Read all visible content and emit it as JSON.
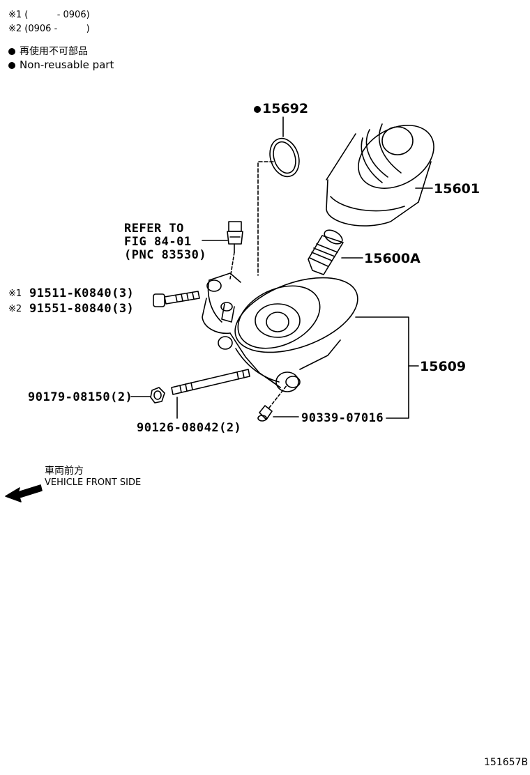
{
  "header": {
    "note1": "※1 (          - 0906)",
    "note2": "※2 (0906 -          )",
    "legend_jp": "再使用不可部品",
    "legend_en": "Non-reusable part"
  },
  "parts": {
    "p15692": "15692",
    "p15601": "15601",
    "p15600A": "15600A",
    "p15609": "15609",
    "refer1": "REFER TO",
    "refer2": "FIG 84-01",
    "refer3": "(PNC 83530)",
    "bolt1_mark": "※1",
    "bolt1": "91511-K0840(3)",
    "bolt2_mark": "※2",
    "bolt2": "91551-80840(3)",
    "nut": "90179-08150(2)",
    "stud": "90126-08042(2)",
    "plug": "90339-07016"
  },
  "direction": {
    "jp": "車両前方",
    "en": "VEHICLE FRONT SIDE"
  },
  "figure_id": "151657B"
}
